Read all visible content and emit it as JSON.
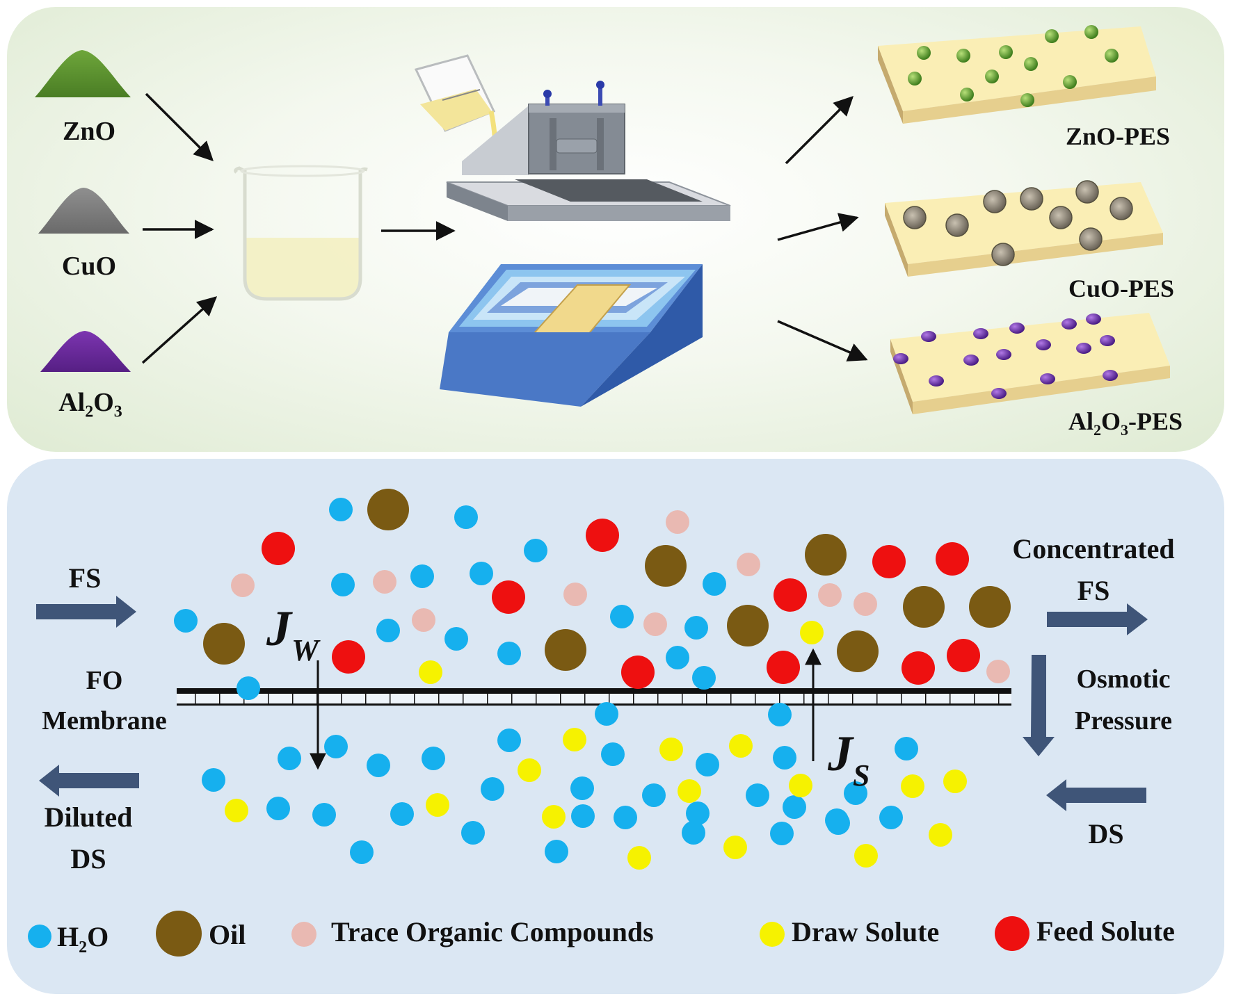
{
  "top": {
    "powders": [
      {
        "label": "ZnO",
        "color": "#5e8f31"
      },
      {
        "label": "CuO",
        "color": "#808080"
      },
      {
        "label": "Al",
        "sub1": "2",
        "mid": "O",
        "sub2": "3",
        "color": "#6a2c98"
      }
    ],
    "products": [
      {
        "label": "ZnO-PES",
        "particle": "green"
      },
      {
        "label": "CuO-PES",
        "particle": "gray"
      },
      {
        "label_pre": "Al",
        "sub1": "2",
        "mid": "O",
        "sub2": "3",
        "label_post": "-PES",
        "particle": "purple"
      }
    ],
    "colors": {
      "solution": "#f5f0bb",
      "membrane_top": "#faeeb5",
      "membrane_side": "#c5aa6e",
      "tray_blue": "#4a78c6",
      "caster": "#9aa0a8"
    }
  },
  "bottom": {
    "fs_in": "FS",
    "fs_out_line1": "Concentrated",
    "fs_out_line2": "FS",
    "membrane_line1": "FO",
    "membrane_line2": "Membrane",
    "jw_main": "J",
    "jw_sub": "W",
    "js_main": "J",
    "js_sub": "S",
    "osmotic_line1": "Osmotic",
    "osmotic_line2": "Pressure",
    "ds_in": "DS",
    "ds_out_line1": "Diluted",
    "ds_out_line2": "DS"
  },
  "legend": [
    {
      "key": "h2o",
      "text_pre": "H",
      "sub": "2",
      "text_post": "O",
      "color": "#16b0ee"
    },
    {
      "key": "oil",
      "text_pre": "Oil",
      "color": "#7a5a13"
    },
    {
      "key": "trace",
      "text_pre": "Trace Organic Compounds",
      "color": "#e9b9b2"
    },
    {
      "key": "draw",
      "text_pre": "Draw Solute",
      "color": "#f6f200"
    },
    {
      "key": "feed",
      "text_pre": "Feed Solute",
      "color": "#ee1010"
    }
  ]
}
